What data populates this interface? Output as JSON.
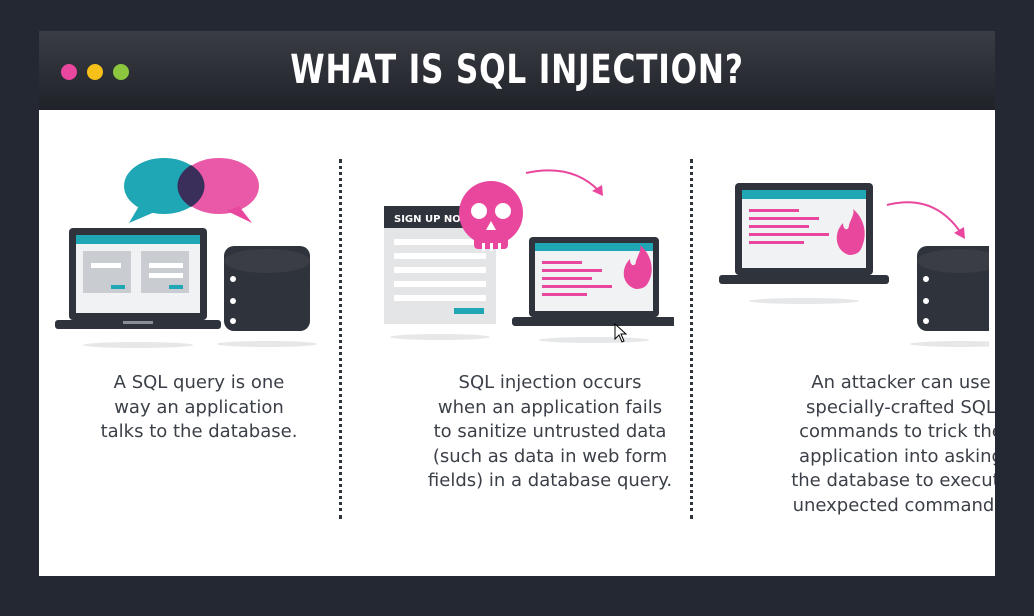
{
  "window": {
    "title": "WHAT IS SQL INJECTION?",
    "dots": [
      {
        "name": "pink",
        "color": "#e8479d"
      },
      {
        "name": "yellow",
        "color": "#f5c018"
      },
      {
        "name": "green",
        "color": "#8cc63f"
      }
    ]
  },
  "panels": [
    {
      "text": "A SQL query is one\nway an application\ntalks to the database."
    },
    {
      "form_label": "SIGN UP NOW",
      "text": "SQL injection occurs\nwhen an application fails\nto sanitize untrusted data\n(such as data in web form\nfields) in a database query."
    },
    {
      "text": "An attacker can use\nspecially-crafted SQL\ncommands to trick the\napplication into asking\nthe database to execute\nunexpected commands."
    }
  ],
  "colors": {
    "teal": "#1fa7b5",
    "pink": "#e8479d",
    "dark": "#2f333b"
  }
}
